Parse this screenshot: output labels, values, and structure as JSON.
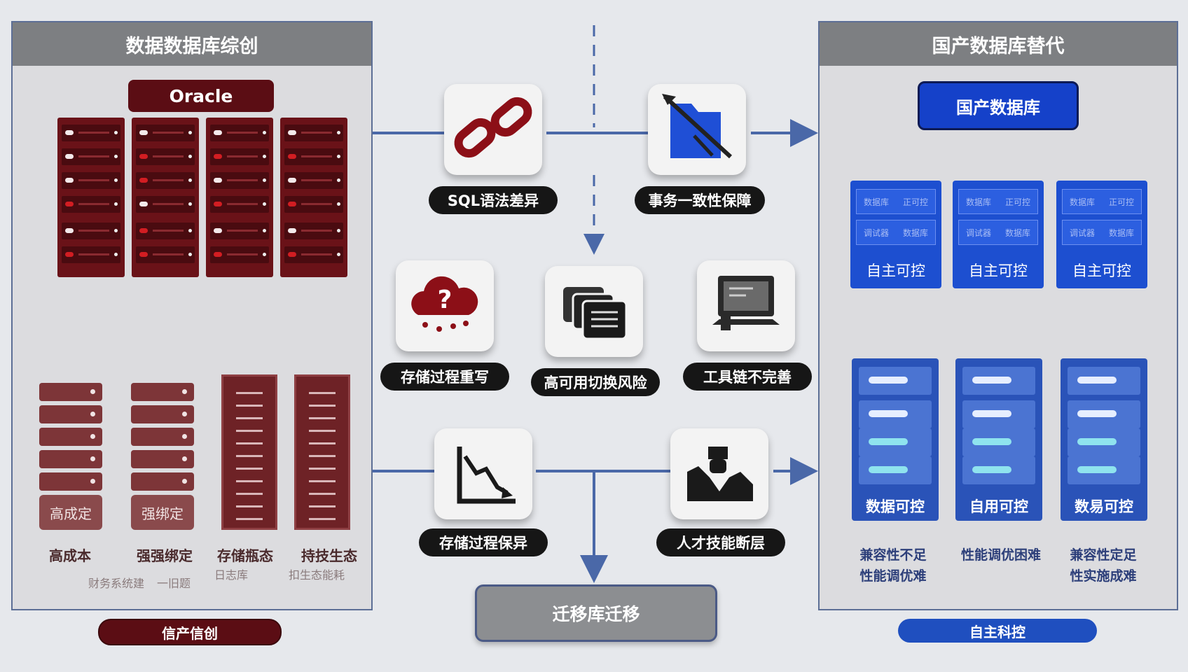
{
  "left_panel": {
    "title": "数据数据库综创",
    "oracle_label": "Oracle",
    "lower_labels": [
      "高成定",
      "强绑定"
    ],
    "captions": [
      "高成本",
      "强强绑定",
      "存储瓶态",
      "持技生态"
    ],
    "noise_lines": [
      "财务系统建",
      "一旧题",
      "日志库",
      "扣生态能耗"
    ],
    "footer": "信产信创"
  },
  "center": {
    "cards": [
      {
        "label": "SQL语法差异",
        "icon": "broken-chain-icon"
      },
      {
        "label": "事务一致性保障",
        "icon": "folder-cut-icon"
      },
      {
        "label": "存储过程重写",
        "icon": "storm-cloud-question-icon"
      },
      {
        "label": "高可用切换风险",
        "icon": "stacked-documents-icon"
      },
      {
        "label": "工具链不完善",
        "icon": "computer-terminal-icon"
      },
      {
        "label": "存储过程保异",
        "icon": "declining-chart-icon"
      },
      {
        "label": "人才技能断层",
        "icon": "worker-silhouette-icon"
      }
    ],
    "migrate_label": "迁移库迁移"
  },
  "right_panel": {
    "title": "国产数据库替代",
    "db_label": "国产数据库",
    "cube_labels": [
      "自主可控",
      "自主可控",
      "自主可控"
    ],
    "cube_cell_text": [
      "数据库",
      "正可控",
      "调试器",
      "数据库"
    ],
    "server_labels": [
      "数据可控",
      "自用可控",
      "数易可控"
    ],
    "captions": [
      [
        "兼容性不足",
        "性能调优难"
      ],
      [
        "性能调优困难"
      ],
      [
        "兼容性定足",
        "性实施成难"
      ]
    ],
    "footer": "自主科控"
  },
  "colors": {
    "dark_red": "#6a1218",
    "brand_blue": "#1541c9",
    "connector_blue": "#4a68a8"
  }
}
